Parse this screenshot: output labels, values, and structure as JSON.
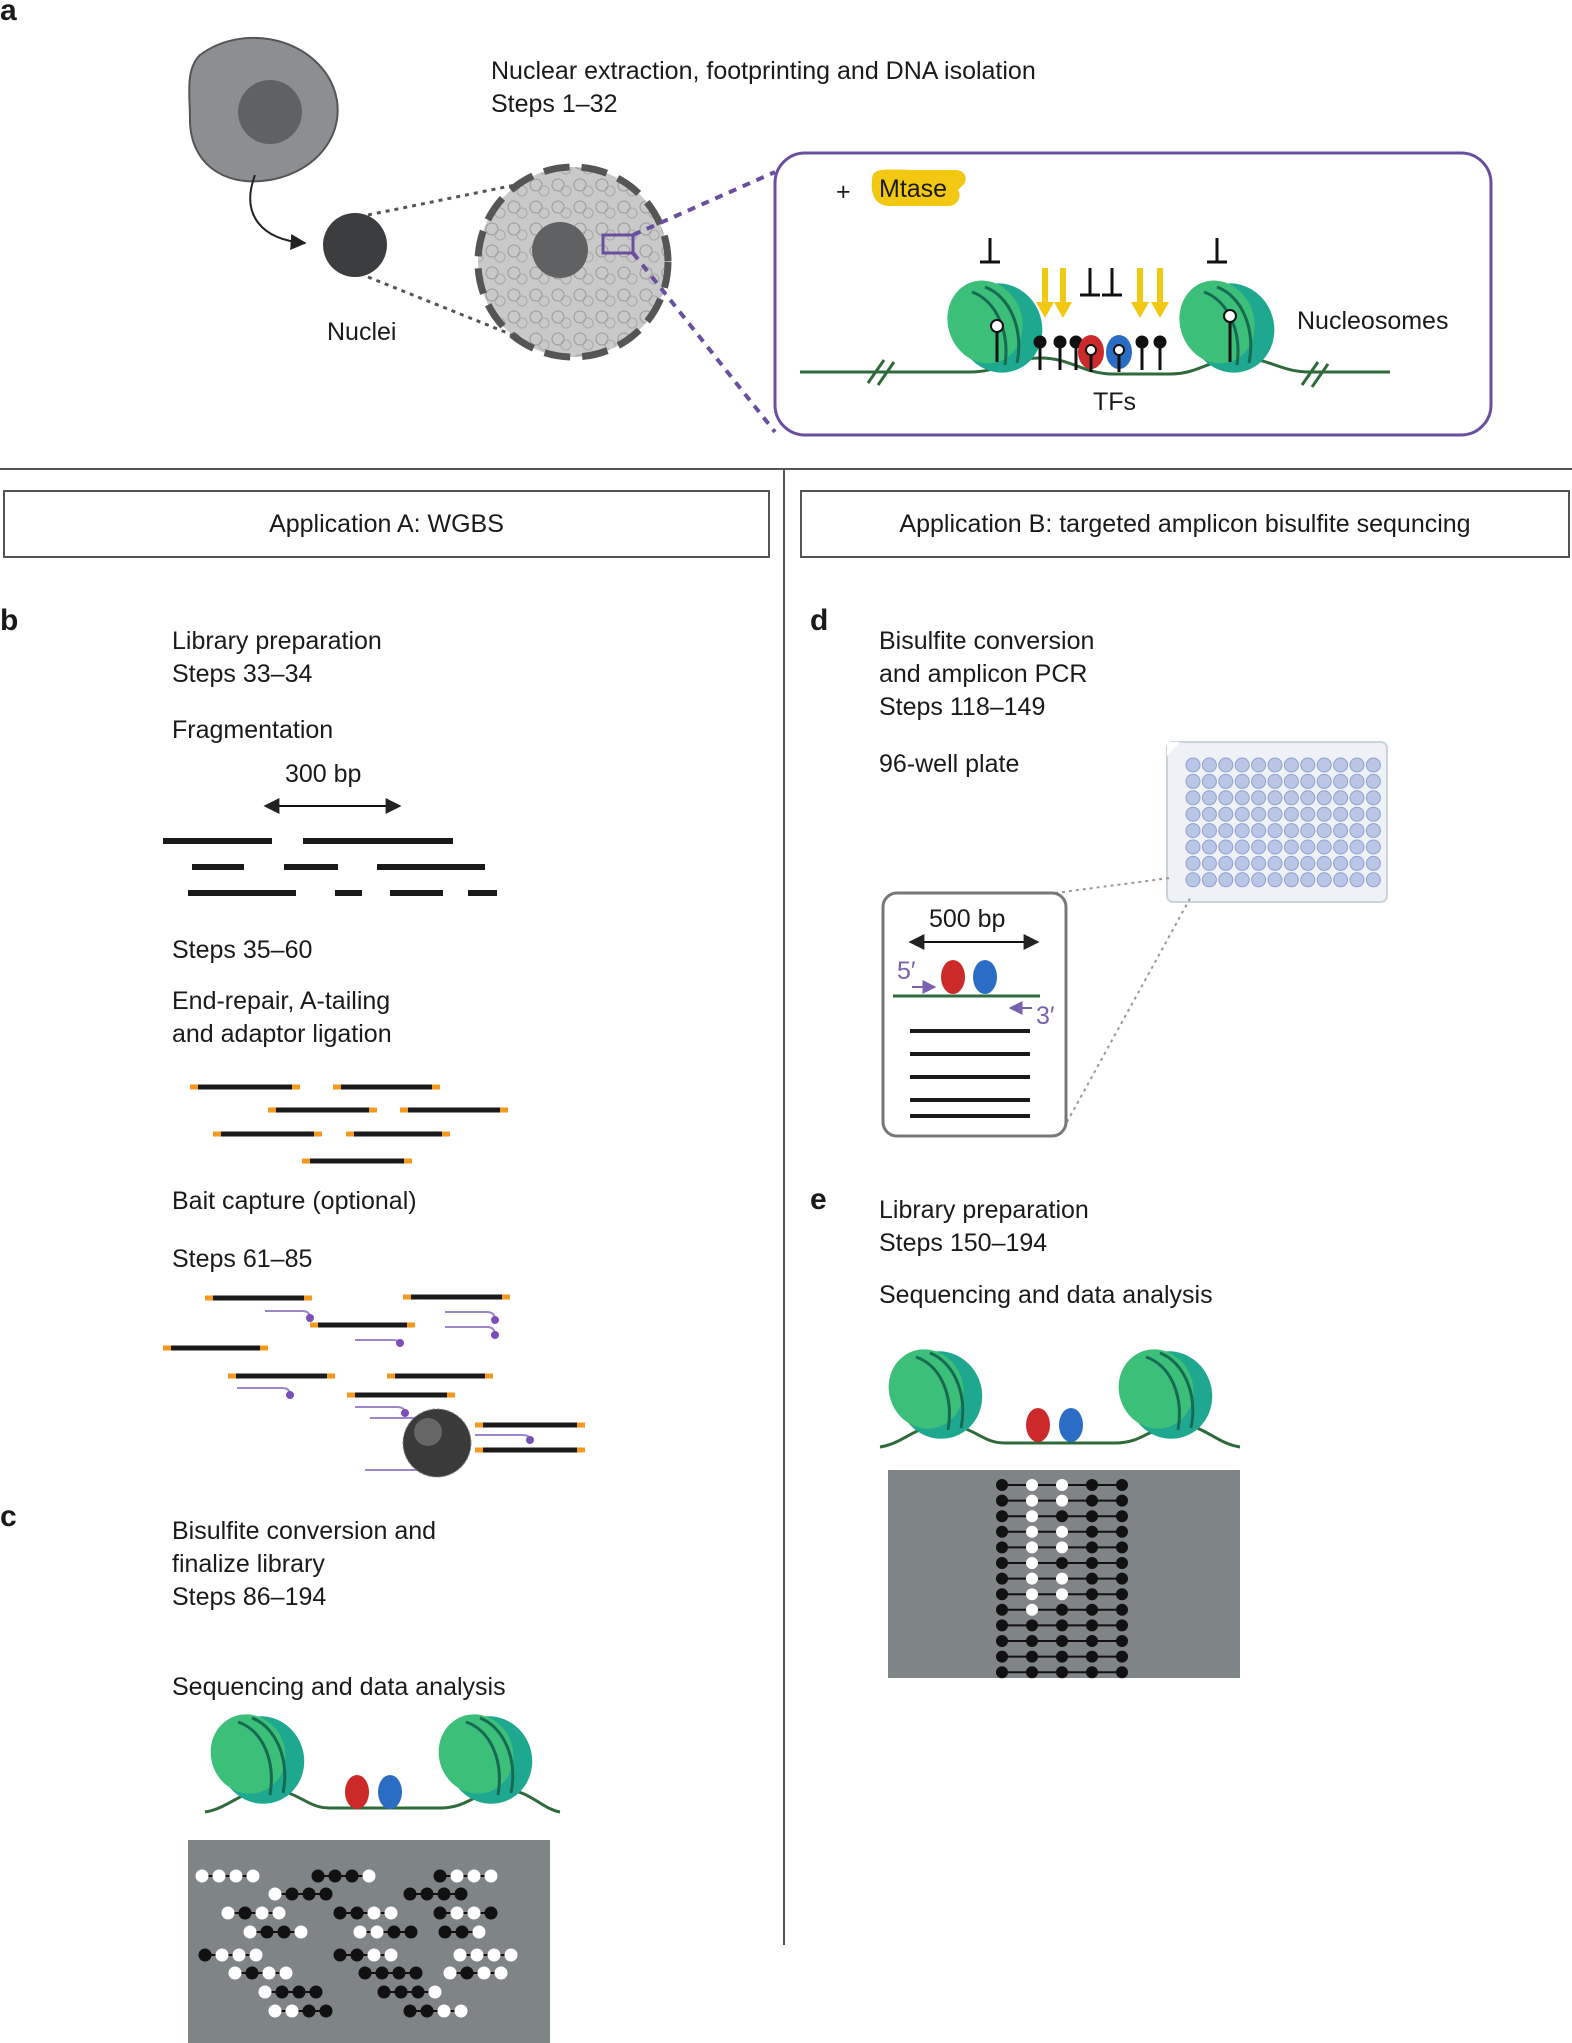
{
  "panels": {
    "a": "a",
    "b": "b",
    "c": "c",
    "d": "d",
    "e": "e"
  },
  "top": {
    "extraction": "Nuclear extraction, footprinting and DNA isolation",
    "extraction_steps": "Steps 1–32",
    "nuclei": "Nuclei",
    "mtase_plus": "+",
    "mtase": "Mtase",
    "nucleosomes": "Nucleosomes",
    "tfs": "TFs"
  },
  "appA": {
    "title": "Application A: WGBS",
    "lib_prep": "Library preparation",
    "lib_steps": "Steps 33–34",
    "fragmentation": "Fragmentation",
    "bp300": "300 bp",
    "steps35": "Steps 35–60",
    "end_repair": "End-repair, A-tailing",
    "adaptor": "and adaptor ligation",
    "bait": "Bait capture (optional)",
    "steps61": "Steps 61–85",
    "bisulfite1": "Bisulfite conversion and",
    "bisulfite2": "finalize library",
    "steps86": "Steps 86–194",
    "seq": "Sequencing and data analysis"
  },
  "appB": {
    "title": "Application B: targeted amplicon bisulfite sequncing",
    "bis1": "Bisulfite conversion",
    "bis2": "and amplicon PCR",
    "steps118": "Steps 118–149",
    "plate": "96-well plate",
    "bp500": "500 bp",
    "five": "5′",
    "three": "3′",
    "lib_prep": "Library preparation",
    "steps150": "Steps 150–194",
    "seq": "Sequencing and data analysis"
  },
  "colors": {
    "nucleosome": "#2bb673",
    "tf_red": "#cc2a2a",
    "tf_blue": "#2b6cc4",
    "mtase": "#f2c813",
    "purple": "#6a4fa0",
    "adaptor": "#f39a1e",
    "readout_bg": "#7f8486"
  }
}
